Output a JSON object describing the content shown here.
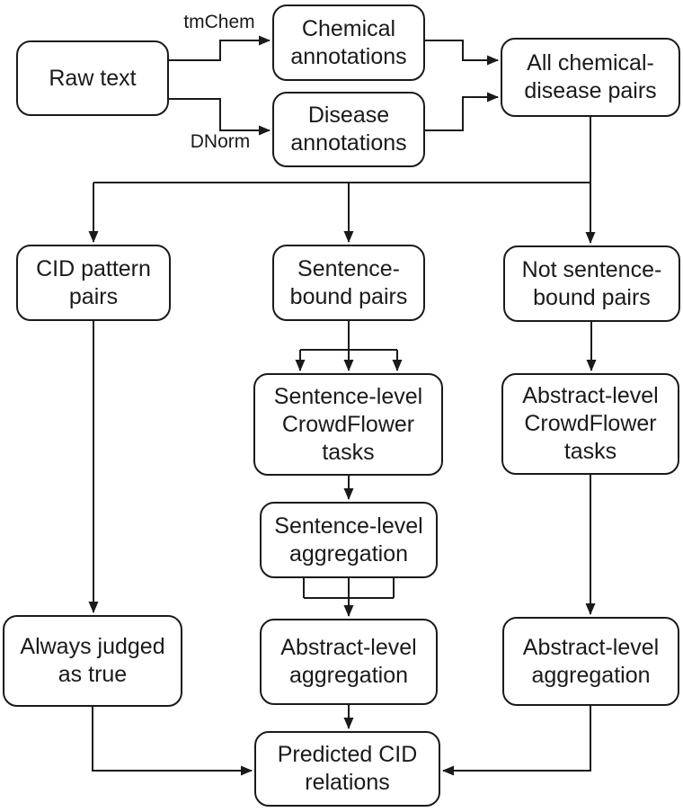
{
  "figure": {
    "title": "CID crowdsourcing pipeline flowchart",
    "background_color": "#ffffff",
    "line_color": "#1a1a1a",
    "text_color": "#1a1a1a"
  },
  "edge_labels": {
    "tmchem": "tmChem",
    "dnorm": "DNorm"
  },
  "nodes": {
    "raw_text": {
      "label": "Raw text"
    },
    "chemical_annotations": {
      "label": "Chemical\nannotations"
    },
    "disease_annotations": {
      "label": "Disease\nannotations"
    },
    "all_chemical_disease_pairs": {
      "label": "All chemical-\ndisease pairs"
    },
    "cid_pattern_pairs": {
      "label": "CID pattern\npairs"
    },
    "sentence_bound_pairs": {
      "label": "Sentence-\nbound pairs"
    },
    "not_sentence_bound_pairs": {
      "label": "Not sentence-\nbound pairs"
    },
    "sentence_crowdflower_tasks": {
      "label": "Sentence-level\nCrowdFlower\ntasks"
    },
    "abstract_crowdflower_tasks": {
      "label": "Abstract-level\nCrowdFlower\ntasks"
    },
    "sentence_aggregation": {
      "label": "Sentence-level\naggregation"
    },
    "abstract_aggregation_mid": {
      "label": "Abstract-level\naggregation"
    },
    "abstract_aggregation_right": {
      "label": "Abstract-level\naggregation"
    },
    "always_judged_true": {
      "label": "Always judged\nas true"
    },
    "predicted_cid_relations": {
      "label": "Predicted CID\nrelations"
    }
  }
}
